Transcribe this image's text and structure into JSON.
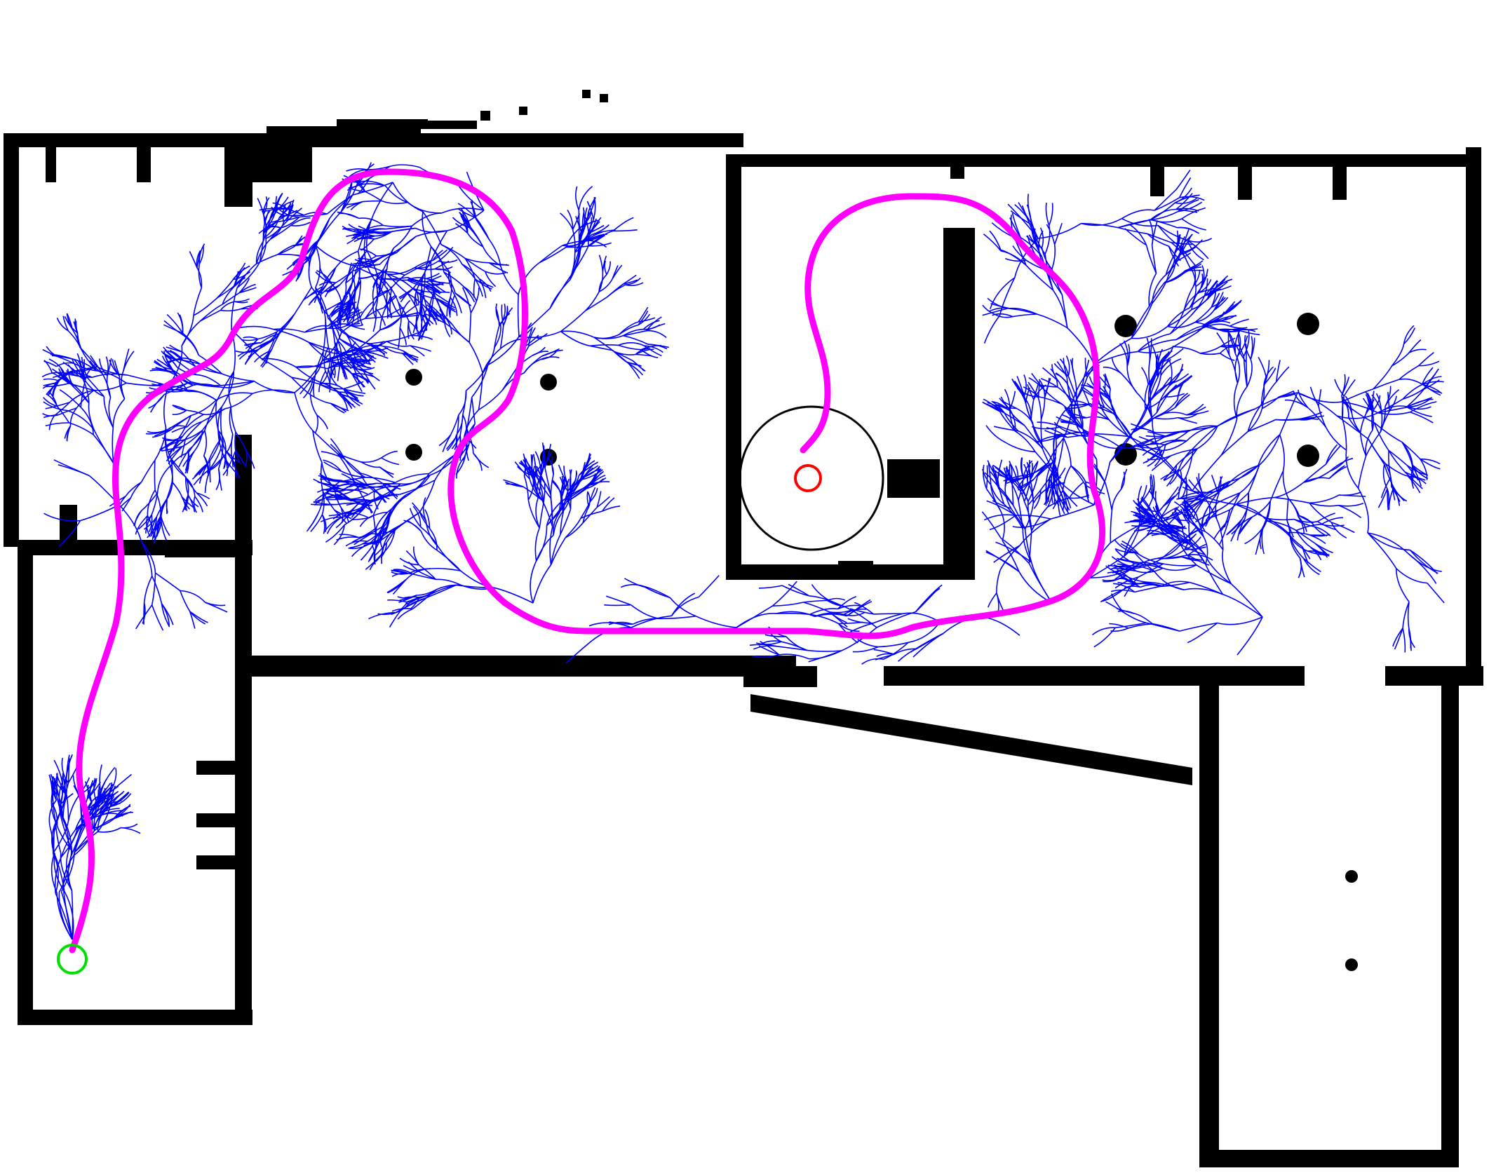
{
  "figure": {
    "kind": "occupancy-grid planning map",
    "colors": {
      "background": "#ffffff",
      "obstacle": "#000000",
      "tree": "#0000ff",
      "path": "#ff00ff",
      "start": "#00e000",
      "goal": "#ff0000",
      "goal_region": "#000000"
    },
    "legend_items": [
      {
        "name": "start",
        "shape": "circle-icon",
        "color": "#00e000"
      },
      {
        "name": "goal",
        "shape": "circle-icon",
        "color": "#ff0000"
      },
      {
        "name": "goal-region",
        "shape": "circle-icon",
        "color": "#000000"
      },
      {
        "name": "planned-path",
        "shape": "curve",
        "color": "#ff00ff"
      },
      {
        "name": "search-tree",
        "shape": "branches",
        "color": "#0000ff"
      }
    ]
  }
}
